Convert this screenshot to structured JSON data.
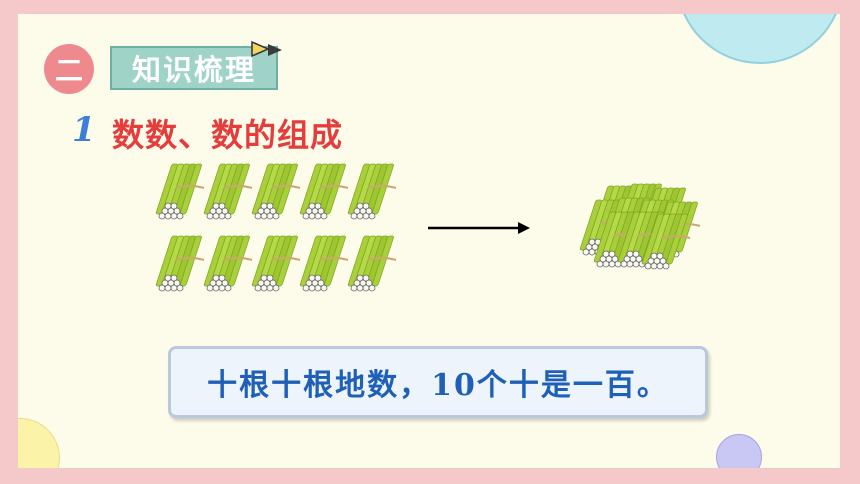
{
  "header": {
    "section_number": "二",
    "section_title": "知识梳理"
  },
  "subsection": {
    "number": "1",
    "title": "数数、数的组成"
  },
  "illustration": {
    "single_bundle_count": 10,
    "big_bundle_count": 1,
    "colors": {
      "stick": "#a9cf3a",
      "stick_shade": "#7ea823",
      "tie": "#c9a96e",
      "arrow": "#000000"
    }
  },
  "statement": {
    "text": "十根十根地数，10个十是一百。"
  },
  "colors": {
    "outer_frame": "#f5c9c9",
    "slide_background": "#fdfbea",
    "section_circle": "#ee8a8e",
    "section_title_box": "#9fd3c8",
    "subsection_number": "#3d7fd6",
    "subsection_title": "#e53c3c",
    "statement_text": "#1e5fb8"
  }
}
